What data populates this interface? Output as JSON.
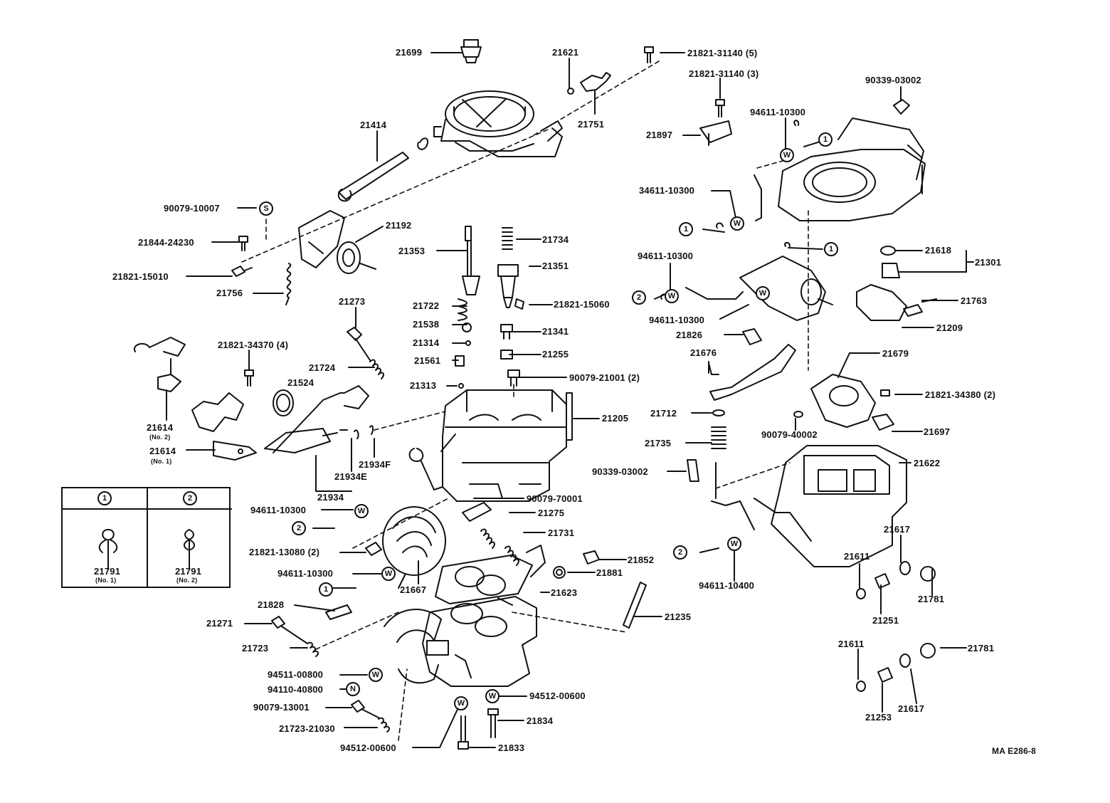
{
  "diagram": {
    "code": "MA E286-8",
    "markers": {
      "washer": "W",
      "spacer": "S",
      "nut": "N",
      "clip1": "1",
      "clip2": "2"
    },
    "legend": {
      "col1_header": "1",
      "col2_header": "2",
      "col1_part": "21791",
      "col1_note": "(No. 1)",
      "col2_part": "21791",
      "col2_note": "(No. 2)"
    },
    "labels": {
      "p21699": "21699",
      "p21621": "21621",
      "p21821_31140_5": "21821-31140 (5)",
      "p21821_31140_3": "21821-31140 (3)",
      "p90339_03002_a": "90339-03002",
      "p21414": "21414",
      "p21751": "21751",
      "p21897": "21897",
      "p94611_10300_a": "94611-10300",
      "p90079_10007": "90079-10007",
      "p21192": "21192",
      "p34611_10300": "34611-10300",
      "p21844_24230": "21844-24230",
      "p21353": "21353",
      "p21734": "21734",
      "p21821_15010": "21821-15010",
      "p21756": "21756",
      "p21351": "21351",
      "p94611_10300_b": "94611-10300",
      "p21618": "21618",
      "p21301": "21301",
      "p21722": "21722",
      "p21821_15060": "21821-15060",
      "p21763": "21763",
      "p94611_10300_c": "94611-10300",
      "p21273": "21273",
      "p21538": "21538",
      "p21341": "21341",
      "p21209": "21209",
      "p21314": "21314",
      "p21826": "21826",
      "p21821_34370_4": "21821-34370 (4)",
      "p21255": "21255",
      "p21676": "21676",
      "p21679": "21679",
      "p21561": "21561",
      "p21724": "21724",
      "p90079_21001_2": "90079-21001 (2)",
      "p21524": "21524",
      "p21313": "21313",
      "p21821_34380_2": "21821-34380 (2)",
      "p21205": "21205",
      "p21712": "21712",
      "p90079_40002": "90079-40002",
      "p21614_a": "21614",
      "p21614_a_note": "(No. 2)",
      "p21697": "21697",
      "p21735": "21735",
      "p21614_b": "21614",
      "p21614_b_note": "(No. 1)",
      "p21934F": "21934F",
      "p21622": "21622",
      "p90339_03002_b": "90339-03002",
      "p21934E": "21934E",
      "p21934": "21934",
      "p90079_70001": "90079-70001",
      "p94611_10300_d": "94611-10300",
      "p21275": "21275",
      "p21617_a": "21617",
      "p21731": "21731",
      "p21821_13080_2": "21821-13080 (2)",
      "p21611_a": "21611",
      "p21852": "21852",
      "p21781_a": "21781",
      "p94611_10300_e": "94611-10300",
      "p21881": "21881",
      "p94611_10400": "94611-10400",
      "p21667": "21667",
      "p21623": "21623",
      "p21251": "21251",
      "p21828": "21828",
      "p21235": "21235",
      "p21271": "21271",
      "p21723": "21723",
      "p21611_b": "21611",
      "p21781_b": "21781",
      "p94511_00800": "94511-00800",
      "p94110_40800": "94110-40800",
      "p94512_00600_a": "94512-00600",
      "p90079_13001": "90079-13001",
      "p21617_b": "21617",
      "p21253": "21253",
      "p21834": "21834",
      "p21723_21030": "21723-21030",
      "p94512_00600_b": "94512-00600",
      "p21833": "21833"
    }
  }
}
